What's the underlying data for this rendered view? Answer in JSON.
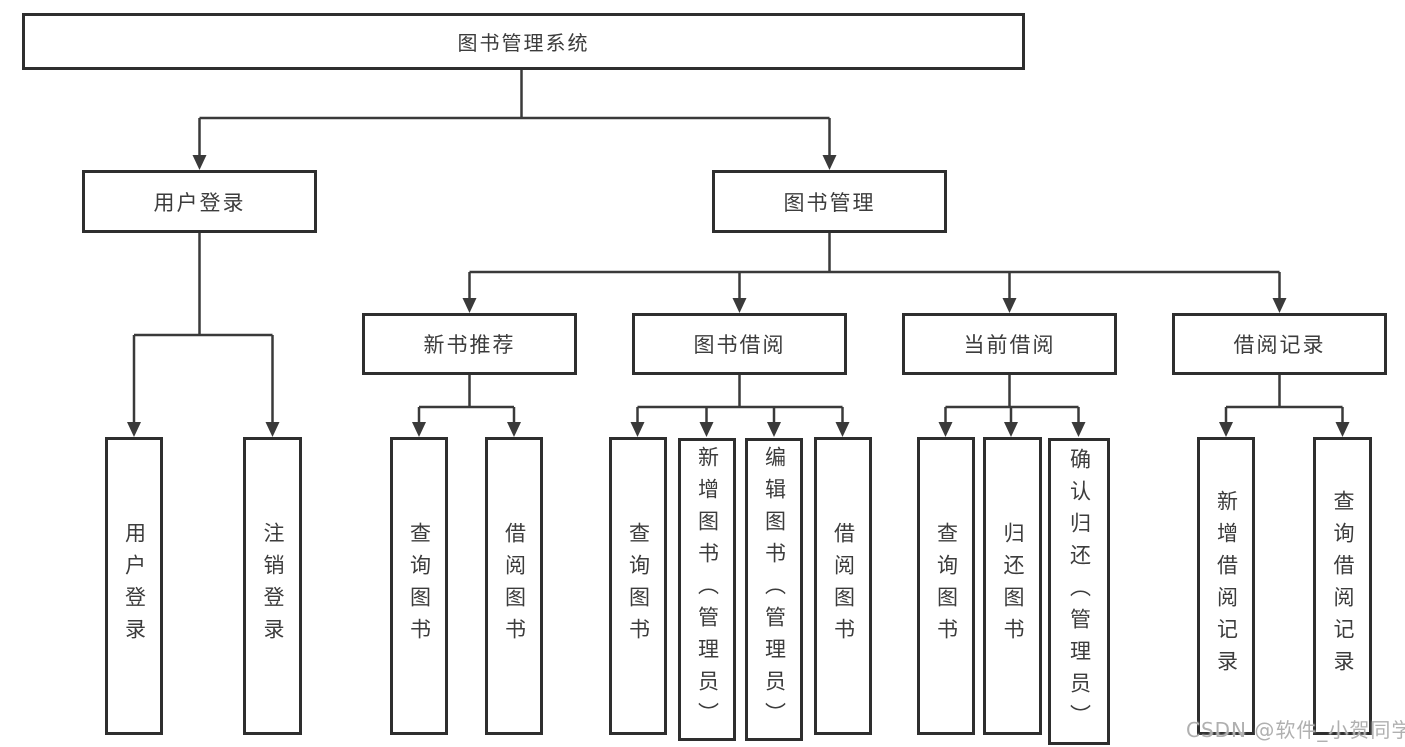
{
  "diagram": {
    "root": {
      "label": "图书管理系统"
    },
    "level1": {
      "user_login": {
        "label": "用户登录"
      },
      "book_mgmt": {
        "label": "图书管理"
      }
    },
    "level2": {
      "new_books": {
        "label": "新书推荐"
      },
      "book_borrow": {
        "label": "图书借阅"
      },
      "current_borrow": {
        "label": "当前借阅"
      },
      "borrow_records": {
        "label": "借阅记录"
      }
    },
    "leaves": {
      "user": [
        "用户登录",
        "注销登录"
      ],
      "recommend": [
        "查询图书",
        "借阅图书"
      ],
      "borrow": [
        "查询图书",
        "新增图书（管理员）",
        "编辑图书（管理员）",
        "借阅图书"
      ],
      "current": [
        "查询图书",
        "归还图书",
        "确认归还（管理员）"
      ],
      "records": [
        "新增借阅记录",
        "查询借阅记录"
      ]
    }
  },
  "watermark": {
    "text": "CSDN @软件_小贺同学"
  },
  "colors": {
    "line": "#3a3a3a",
    "border": "#2e2e2e",
    "text": "#3c3c3c",
    "watermark": "#b0b0b0",
    "background": "#ffffff"
  }
}
